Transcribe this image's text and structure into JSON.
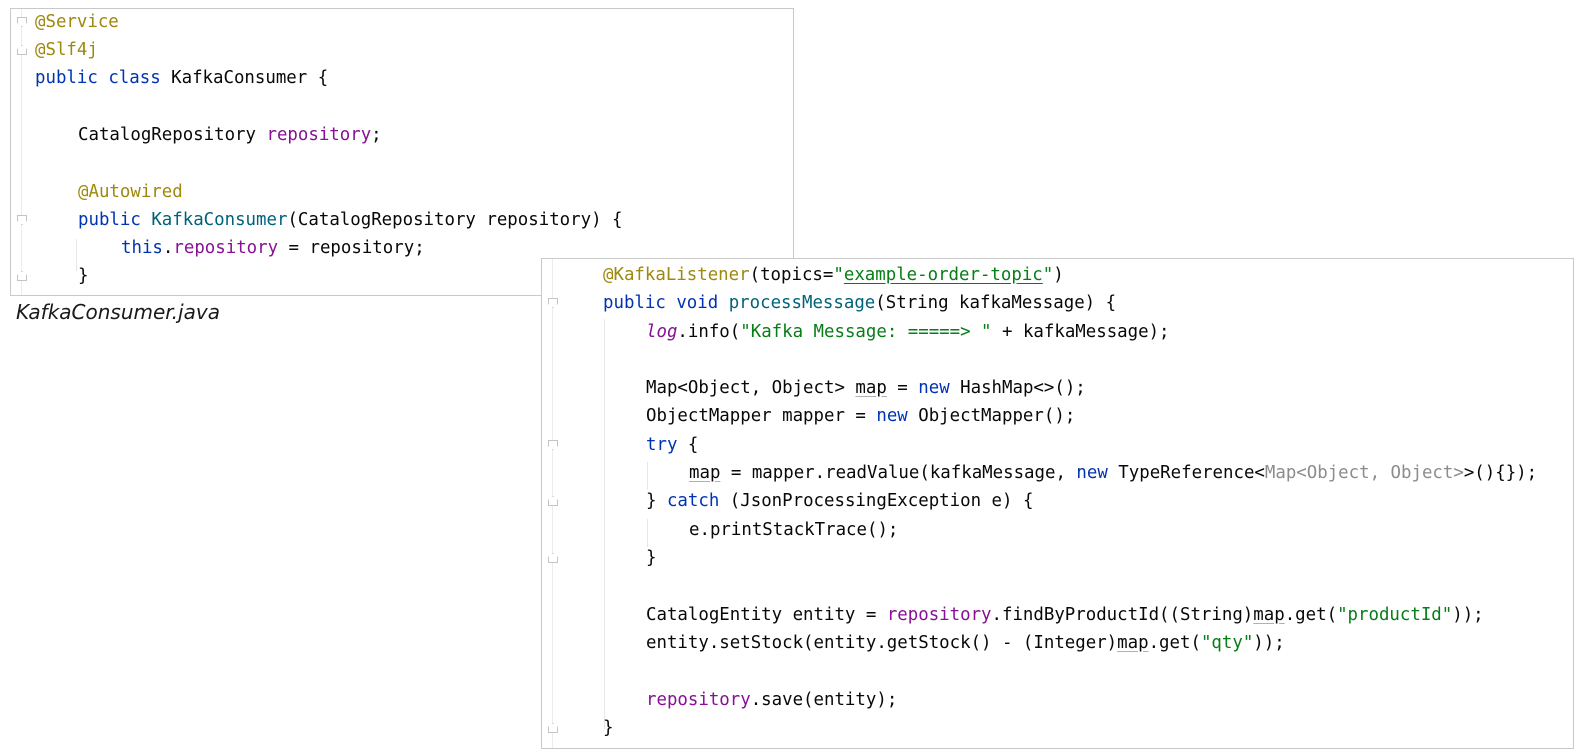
{
  "caption": "KafkaConsumer.java",
  "file_a": {
    "l1": "@Service",
    "l2": "@Slf4j",
    "l3_kw1": "public",
    "l3_kw2": "class",
    "l3_rest": " KafkaConsumer {",
    "l5_type": "CatalogRepository ",
    "l5_field": "repository",
    "l5_end": ";",
    "l7": "@Autowired",
    "l8_kw": "public",
    "l8_ctor": "KafkaConsumer",
    "l8_rest": "(CatalogRepository repository) {",
    "l9_kw": "this",
    "l9_dot": ".",
    "l9_field": "repository",
    "l9_rest": " = repository;",
    "l10": "}"
  },
  "file_b": {
    "l1_ann": "@KafkaListener",
    "l1_a": "(topics=",
    "l1_q1": "\"",
    "l1_str": "example-order-topic",
    "l1_q2": "\"",
    "l1_b": ")",
    "l2_kw1": "public",
    "l2_kw2": "void",
    "l2_fn": "processMessage",
    "l2_rest": "(String kafkaMessage) {",
    "l3_log": "log",
    "l3_a": ".info(",
    "l3_str": "\"Kafka Message: =====> \"",
    "l3_b": " + kafkaMessage);",
    "l5_a": "Map<Object, Object> ",
    "l5_map": "map",
    "l5_b": " = ",
    "l5_new": "new",
    "l5_c": " HashMap<>();",
    "l6_a": "ObjectMapper mapper = ",
    "l6_new": "new",
    "l6_b": " ObjectMapper();",
    "l7_try": "try",
    "l7_b": " {",
    "l8_map": "map",
    "l8_a": " = mapper.readValue(kafkaMessage, ",
    "l8_new": "new",
    "l8_b": " TypeReference<",
    "l8_gray": "Map<Object, Object>",
    "l8_c": ">(){});",
    "l9_a": "} ",
    "l9_catch": "catch",
    "l9_b": " (JsonProcessingException e) {",
    "l10": "e.printStackTrace();",
    "l11": "}",
    "l13_a": "CatalogEntity entity = ",
    "l13_repo": "repository",
    "l13_b": ".findByProductId((String)",
    "l13_map": "map",
    "l13_c": ".get(",
    "l13_str": "\"productId\"",
    "l13_d": "));",
    "l14_a": "entity.setStock(entity.getStock() - (Integer)",
    "l14_map": "map",
    "l14_b": ".get(",
    "l14_str": "\"qty\"",
    "l14_c": "));",
    "l16_repo": "repository",
    "l16_a": ".save(entity);",
    "l17": "}"
  }
}
